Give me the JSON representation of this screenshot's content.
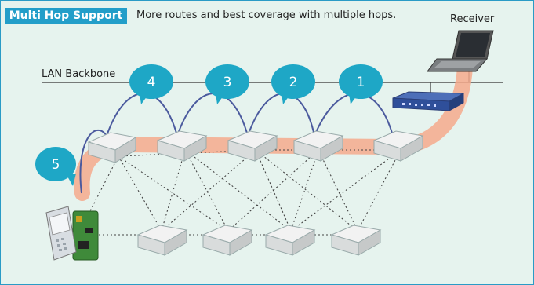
{
  "badge": "Multi Hop Support",
  "subtitle": "More routes and best coverage with multiple hops.",
  "backbone_label": "LAN Backbone",
  "receiver_label": "Receiver",
  "hops": [
    "1",
    "2",
    "3",
    "4",
    "5"
  ],
  "colors": {
    "border": "#2a9bc6",
    "background": "#e6f3ee",
    "bubble": "#1ea7c6",
    "route": "#f4a98c",
    "arc": "#4b5a9e"
  }
}
